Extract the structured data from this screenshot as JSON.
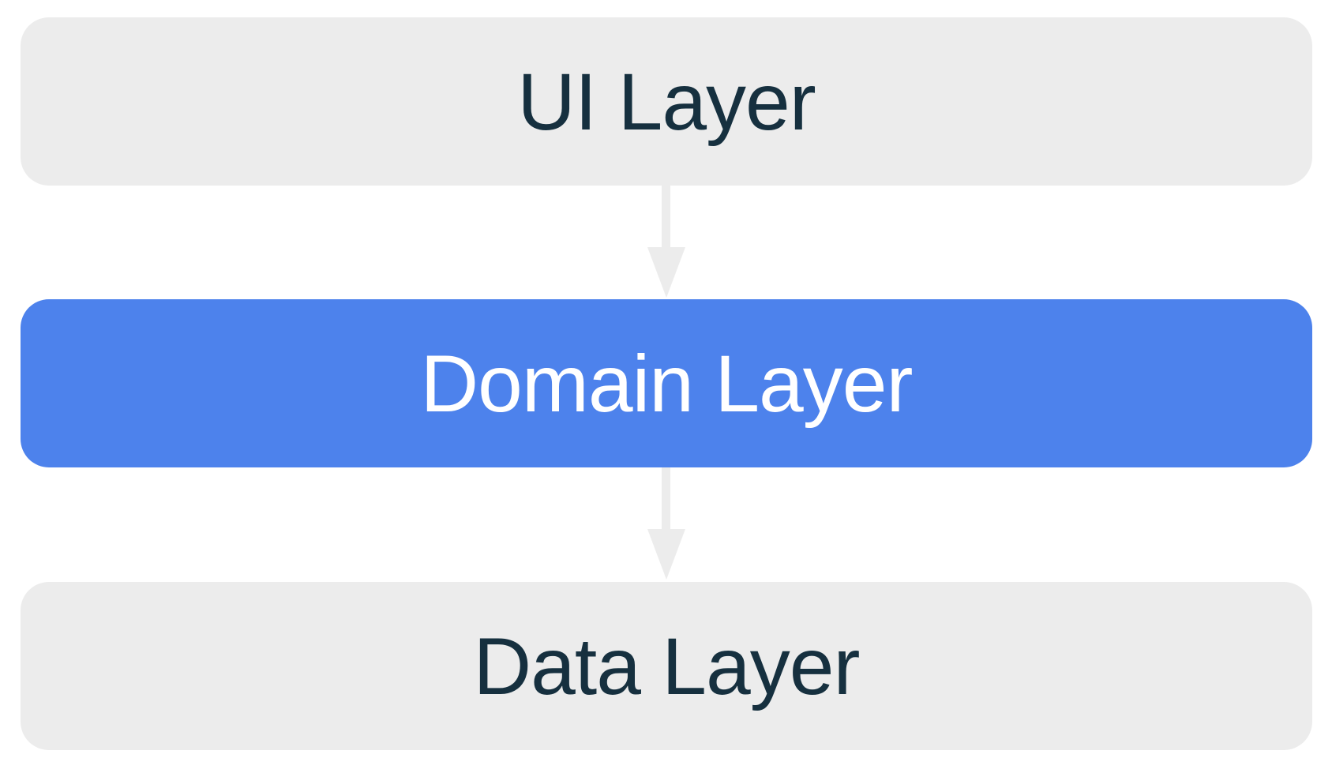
{
  "diagram": {
    "layers": [
      {
        "id": "ui-layer",
        "label": "UI Layer",
        "state": "default"
      },
      {
        "id": "domain-layer",
        "label": "Domain Layer",
        "state": "highlighted"
      },
      {
        "id": "data-layer",
        "label": "Data Layer",
        "state": "default"
      }
    ],
    "connectors": [
      {
        "from": "ui-layer",
        "to": "domain-layer",
        "direction": "down"
      },
      {
        "from": "domain-layer",
        "to": "data-layer",
        "direction": "down"
      }
    ]
  },
  "colors": {
    "background": "#FFFFFF",
    "box_default": "#ECECEC",
    "box_highlight": "#4D82EC",
    "text_default": "#16303F",
    "text_highlight": "#FFFFFF",
    "arrow": "#ECECEC"
  }
}
